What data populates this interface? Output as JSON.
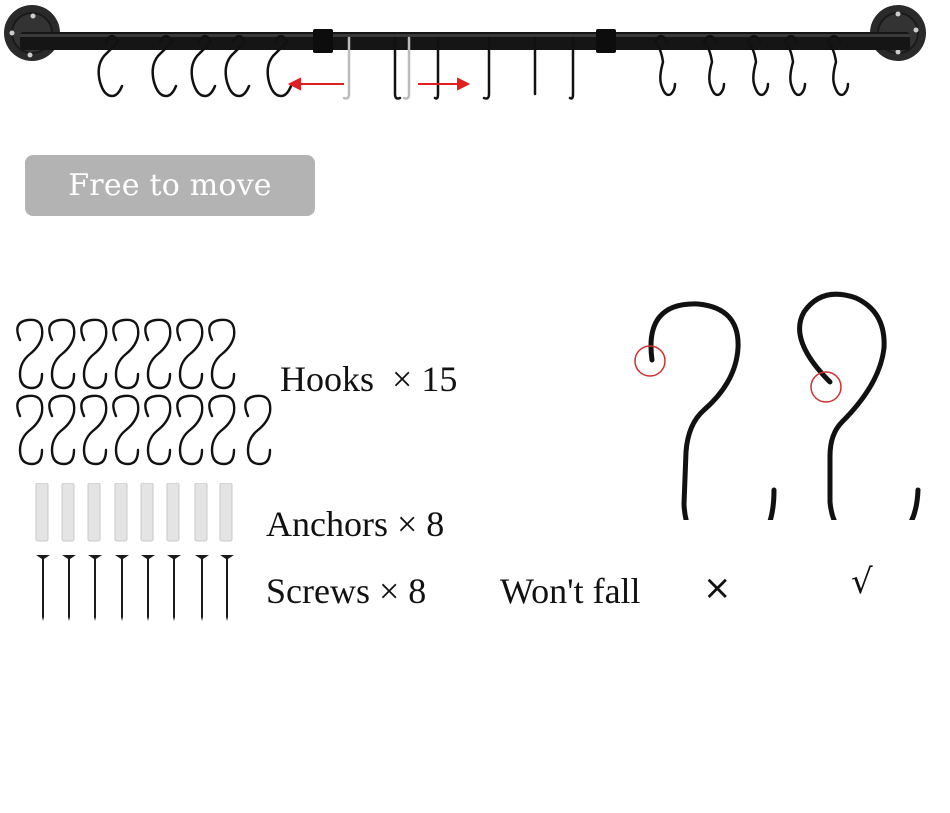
{
  "rail": {
    "hooks_on_rail": 15,
    "ghost_hooks": 2,
    "arrow_color": "#e02020",
    "rail_color": "#111111"
  },
  "badge": {
    "label": "Free to move",
    "bg_color": "#b3b3b3",
    "text_color": "#ffffff"
  },
  "contents": {
    "hooks": {
      "label": "Hooks",
      "qty": "× 15"
    },
    "anchors": {
      "label": "Anchors",
      "qty": "× 8"
    },
    "screws": {
      "label": "Screws",
      "qty": "× 8"
    }
  },
  "comparison": {
    "caption": "Won't fall",
    "bad_mark": "×",
    "good_mark": "√",
    "highlight_color": "#d03030"
  }
}
